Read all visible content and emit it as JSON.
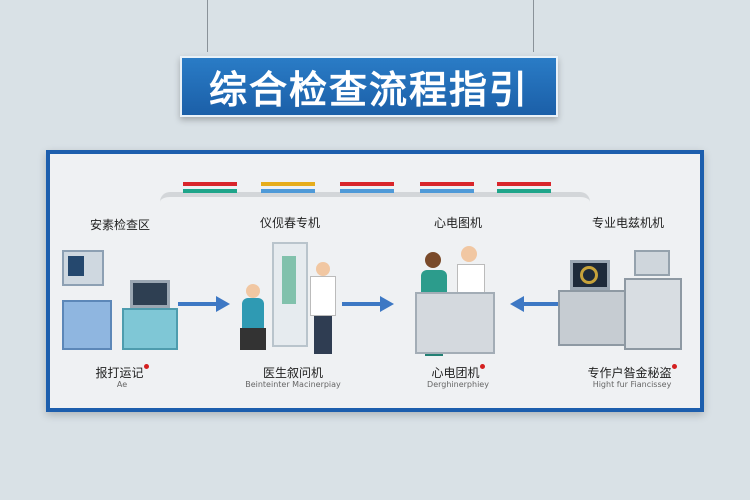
{
  "title": "综合检查流程指引",
  "colors": {
    "banner": "#1f6fb8",
    "board_border": "#1d5ead",
    "arrow": "#3d78c4",
    "red": "#d9262b",
    "teal": "#1fa58a",
    "yellow": "#e6ad1c",
    "blue": "#4f9ad8"
  },
  "stations": [
    {
      "top_label": "安素检查区",
      "bottom_label": "报打运记",
      "sub_label": "Ae"
    },
    {
      "top_label": "仪伣春专机",
      "bottom_label": "医生叙问机",
      "sub_label": "Beinteinter Macinerpiay"
    },
    {
      "top_label": "心电图机",
      "bottom_label": "心电团机",
      "sub_label": "Derghinerphiey"
    },
    {
      "top_label": "专业电兹机机",
      "bottom_label": "专作户昝金秘盗",
      "sub_label": "Hight fur Fiancissey"
    }
  ]
}
